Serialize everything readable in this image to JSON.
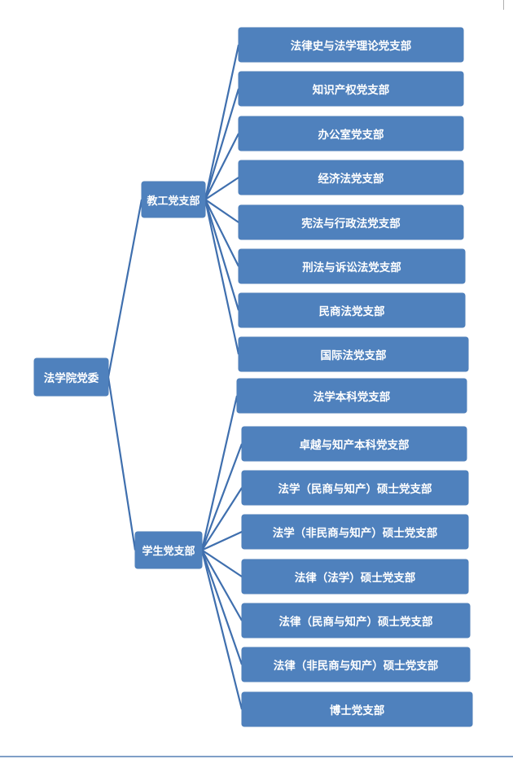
{
  "root": {
    "label": "法学院党委"
  },
  "groups": [
    {
      "label": "教工党支部",
      "children": [
        "法律史与法学理论党支部",
        "知识产权党支部",
        "办公室党支部",
        "经济法党支部",
        "宪法与行政法党支部",
        "刑法与诉讼法党支部",
        "民商法党支部",
        "国际法党支部"
      ]
    },
    {
      "label": "学生党支部",
      "children": [
        "法学本科党支部",
        "卓越与知产本科党支部",
        "法学（民商与知产）硕士党支部",
        "法学（非民商与知产）硕士党支部",
        "法律（法学）硕士党支部",
        "法律（民商与知产）硕士党支部",
        "法律（非民商与知产）硕士党支部",
        "博士党支部"
      ]
    }
  ],
  "colors": {
    "node": "#4f81bd",
    "connector": "#3f6fae",
    "text": "#ffffff"
  }
}
